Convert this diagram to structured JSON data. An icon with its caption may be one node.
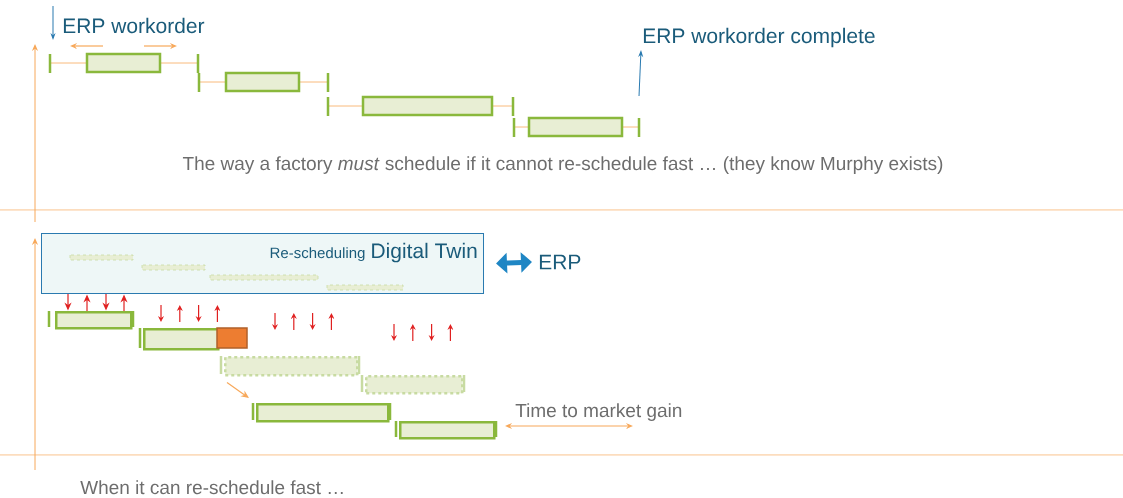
{
  "diagram": {
    "nodes": [
      {
        "text": [
          "Re-scheduling",
          "Digital Twin"
        ]
      },
      {
        "text": [
          "ERP"
        ]
      },
      {
        "text": [],
        "shape": "bar"
      },
      {
        "text": [],
        "shape": "bar"
      },
      {
        "text": [],
        "shape": "bar"
      },
      {
        "text": [],
        "shape": "bar"
      },
      {
        "text": [],
        "shape": "bar"
      },
      {
        "text": [],
        "shape": "bar"
      }
    ],
    "edges": [
      {
        "from": 0,
        "to": 1,
        "arrow": "both",
        "style": "thick",
        "color": "#1f86c4"
      },
      {
        "from": 4,
        "to": 6,
        "arrow": "to",
        "color": "#f7a85a"
      },
      {
        "from": 0,
        "to": 2,
        "arrow": "to",
        "color": "#e02020"
      },
      {
        "from": 2,
        "to": 0,
        "arrow": "to",
        "color": "#e02020"
      },
      {
        "from": 0,
        "to": 2,
        "arrow": "to",
        "color": "#e02020"
      },
      {
        "from": 2,
        "to": 0,
        "arrow": "to",
        "color": "#e02020"
      }
    ],
    "labels": [
      "ERP workorder",
      "ERP workorder complete",
      "The way a factory *must* schedule if it cannot re-schedule fast … (they know Murphy exists)",
      "Time to market gain",
      "When it can re-schedule fast …"
    ]
  }
}
